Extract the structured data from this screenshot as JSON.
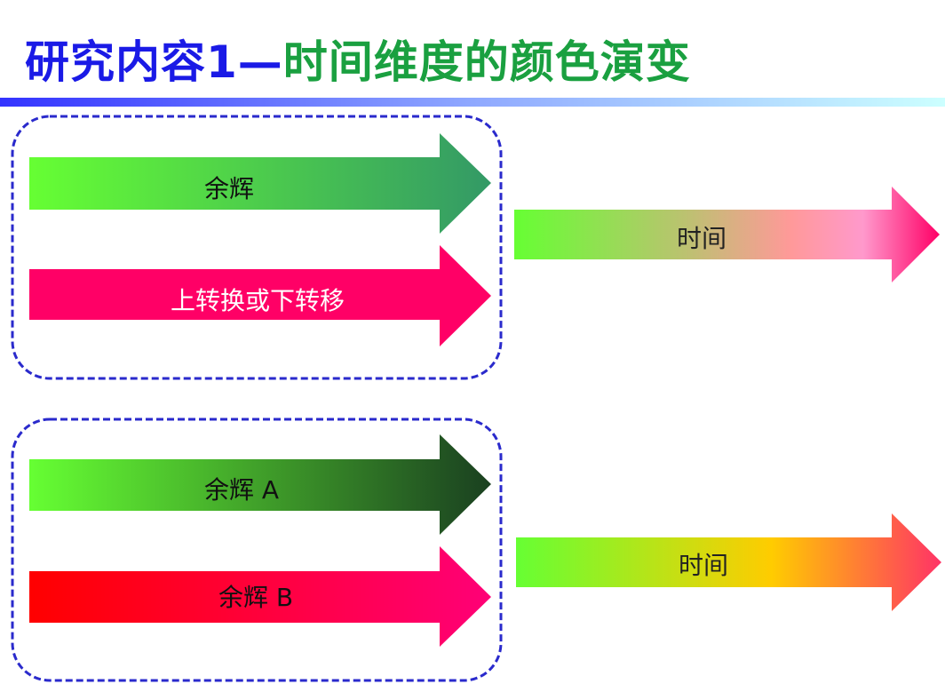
{
  "title": {
    "part1": "研究内容1—",
    "part2": "时间维度的颜色演变"
  },
  "group1": {
    "arrow1": {
      "label": "余辉",
      "colors": [
        "#66ff33",
        "#339966"
      ]
    },
    "arrow2": {
      "label": "上转换或下转移",
      "colors": [
        "#ff0066",
        "#ff0066"
      ]
    },
    "time": {
      "label": "时间",
      "colors": [
        "#66ff33",
        "#bbc270",
        "#ff9999",
        "#ff99cc",
        "#ff0066"
      ]
    }
  },
  "group2": {
    "arrow1": {
      "label": "余辉 A",
      "colors": [
        "#66ff33",
        "#1a4020"
      ]
    },
    "arrow2": {
      "label": "余辉 B",
      "colors": [
        "#ff0000",
        "#ff0077"
      ]
    },
    "time": {
      "label": "时间",
      "colors": [
        "#66ff33",
        "#ffcc00",
        "#ff3366"
      ]
    }
  }
}
